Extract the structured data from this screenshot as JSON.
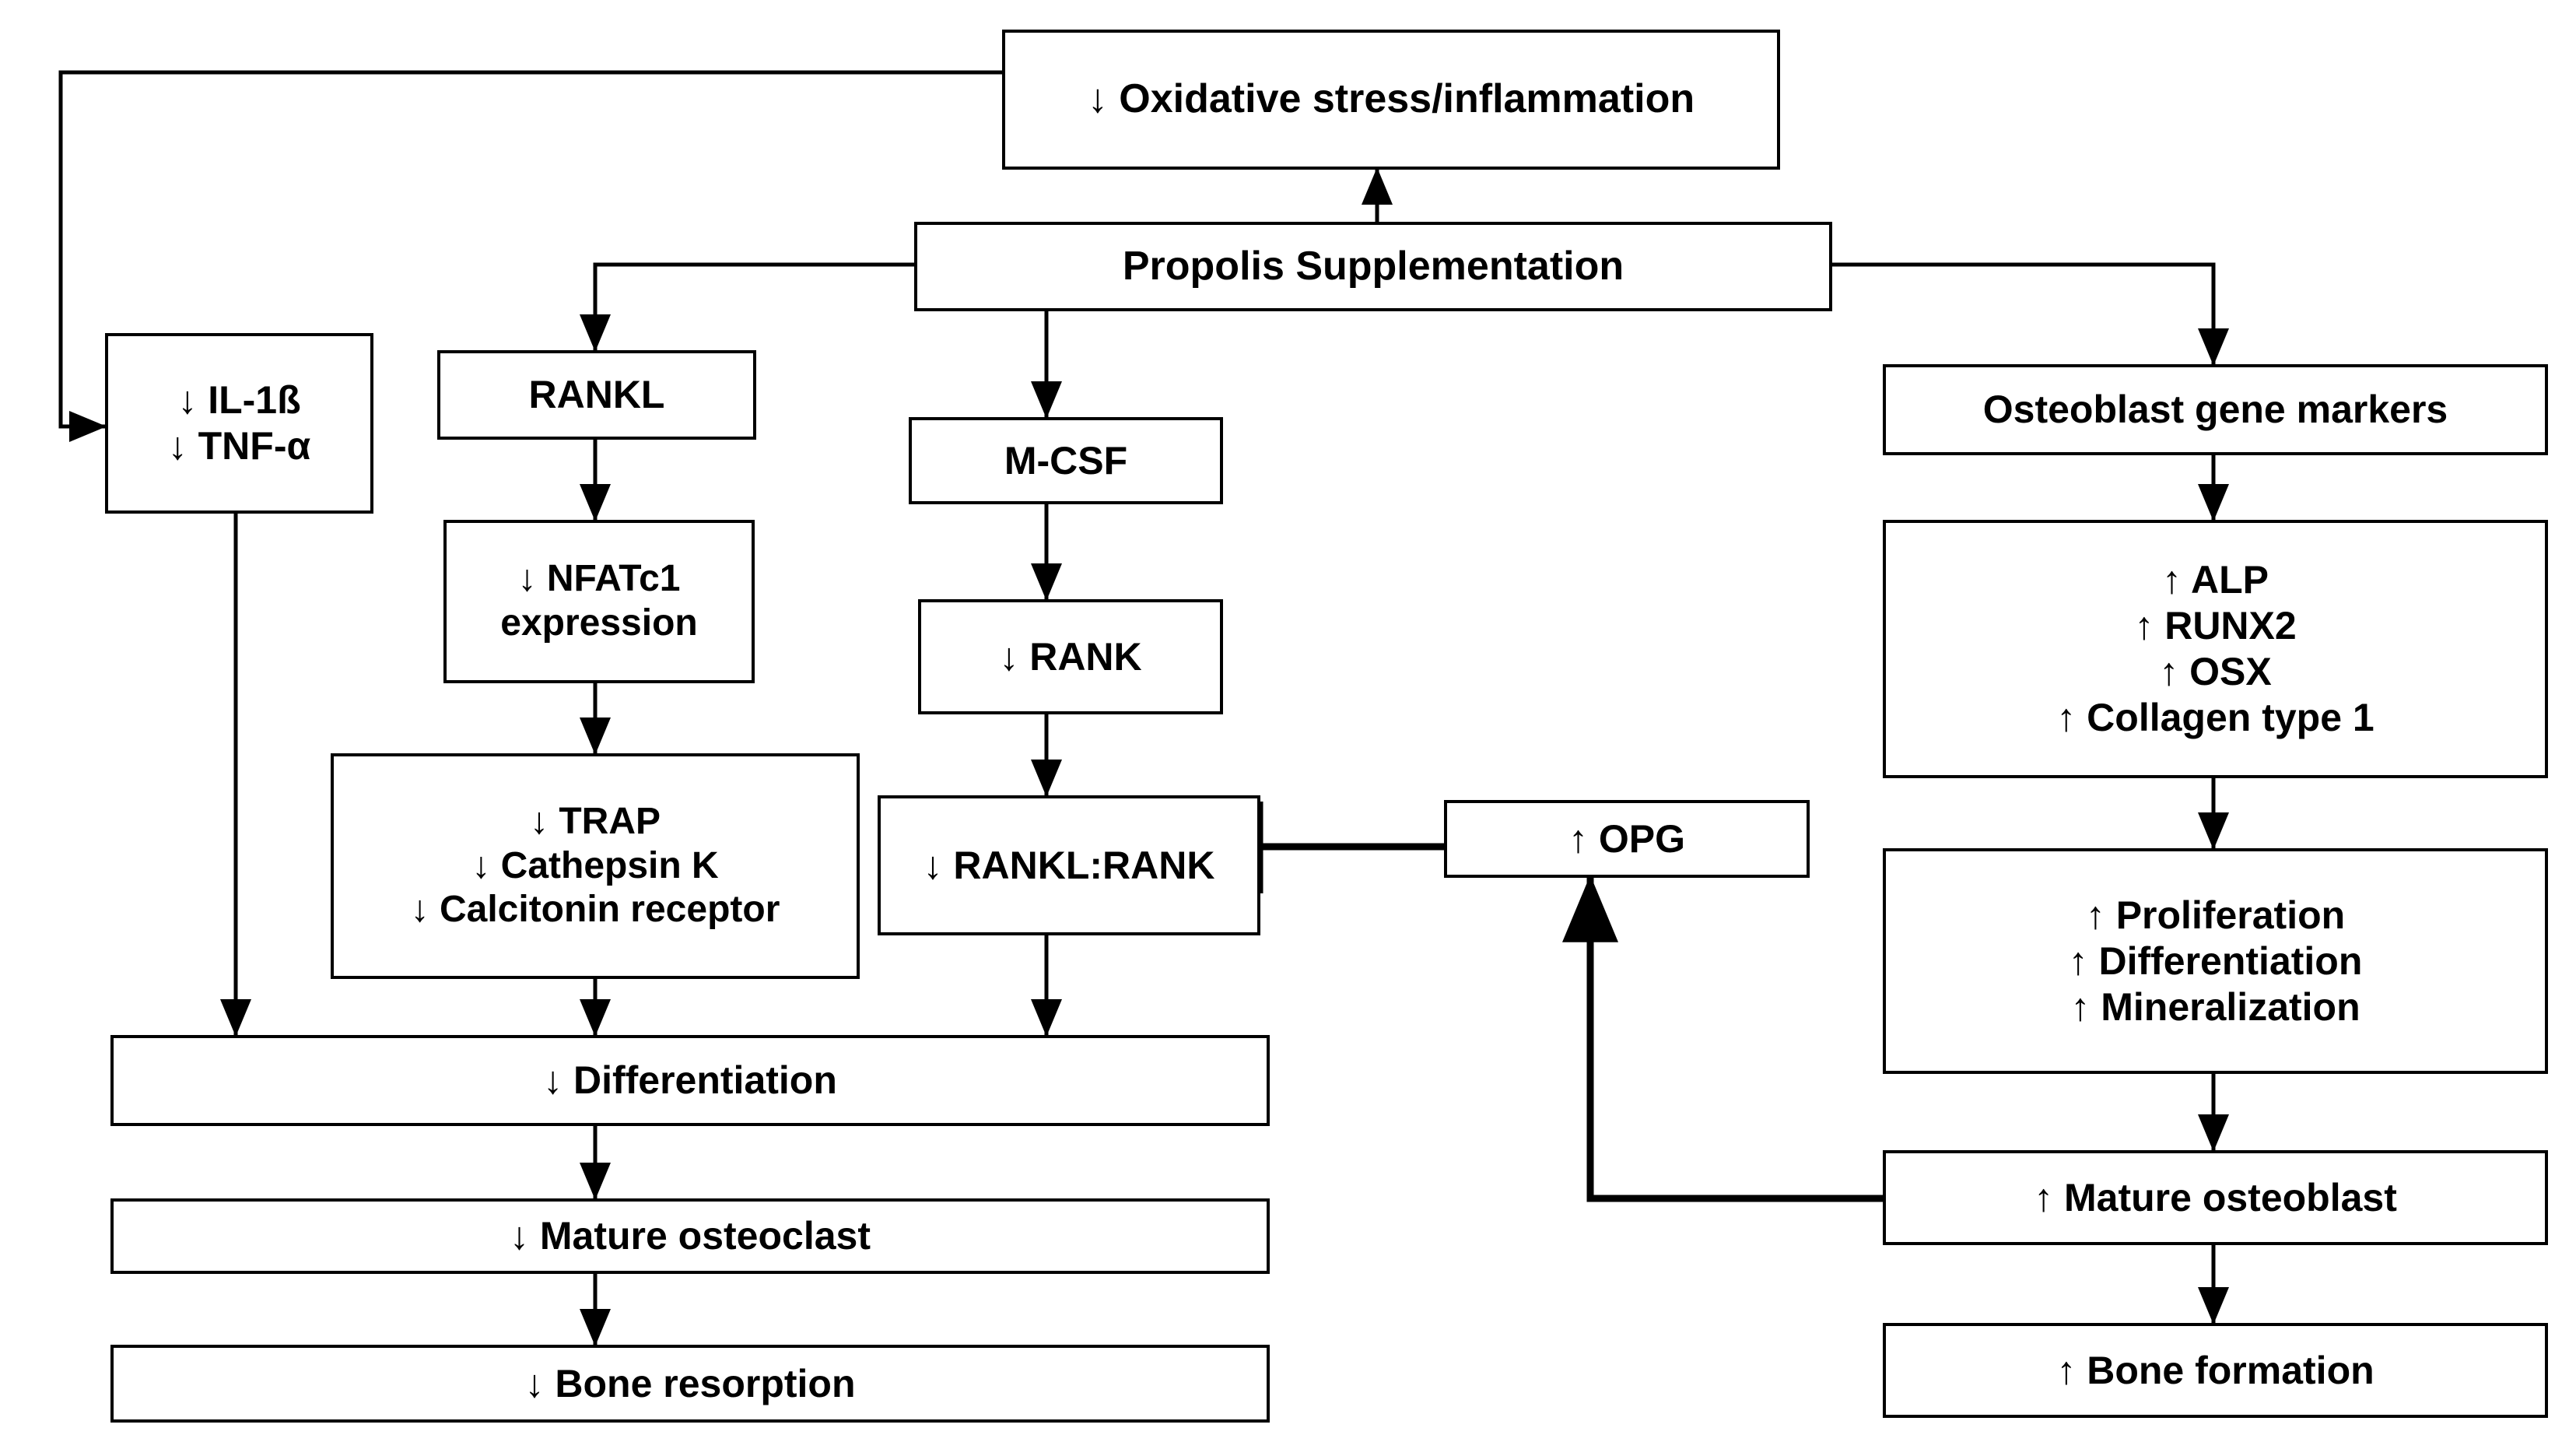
{
  "diagram": {
    "title": "Propolis supplementation effects on bone remodeling",
    "background_color": "#ffffff",
    "line_color": "#000000",
    "text_color": "#000000",
    "arrow_up": "↑",
    "arrow_down": "↓"
  },
  "nodes": {
    "oxidative_stress": {
      "lines": [
        "↓ Oxidative stress/inflammation"
      ]
    },
    "propolis": {
      "lines": [
        "Propolis Supplementation"
      ]
    },
    "cytokines": {
      "lines": [
        "↓ IL-1ß",
        "↓ TNF-α"
      ]
    },
    "rankl": {
      "lines": [
        "RANKL"
      ]
    },
    "nfatc1": {
      "lines": [
        "↓ NFATc1",
        "expression"
      ]
    },
    "trap_group": {
      "lines": [
        "↓ TRAP",
        "↓ Cathepsin K",
        "↓ Calcitonin receptor"
      ]
    },
    "mcsf": {
      "lines": [
        "M-CSF"
      ]
    },
    "rank": {
      "lines": [
        "↓ RANK"
      ]
    },
    "rankl_rank": {
      "lines": [
        "↓ RANKL:RANK"
      ]
    },
    "opg": {
      "lines": [
        "↑ OPG"
      ]
    },
    "differentiation_down": {
      "lines": [
        "↓ Differentiation"
      ]
    },
    "mature_osteoclast": {
      "lines": [
        "↓ Mature osteoclast"
      ]
    },
    "bone_resorption": {
      "lines": [
        "↓ Bone resorption"
      ]
    },
    "osteoblast_gene_markers": {
      "lines": [
        "Osteoblast gene markers"
      ]
    },
    "osteoblast_markers_list": {
      "lines": [
        "↑ ALP",
        "↑ RUNX2",
        "↑ OSX",
        "↑ Collagen type 1"
      ]
    },
    "osteoblast_activity": {
      "lines": [
        "↑ Proliferation",
        "↑ Differentiation",
        "↑  Mineralization"
      ]
    },
    "mature_osteoblast": {
      "lines": [
        "↑ Mature osteoblast"
      ]
    },
    "bone_formation": {
      "lines": [
        "↑ Bone formation"
      ]
    }
  },
  "edges": [
    {
      "from": "propolis",
      "to": "oxidative_stress",
      "type": "arrow"
    },
    {
      "from": "oxidative_stress",
      "to": "cytokines",
      "type": "arrow"
    },
    {
      "from": "propolis",
      "to": "rankl",
      "type": "arrow"
    },
    {
      "from": "propolis",
      "to": "mcsf",
      "type": "arrow"
    },
    {
      "from": "propolis",
      "to": "osteoblast_gene_markers",
      "type": "arrow"
    },
    {
      "from": "rankl",
      "to": "nfatc1",
      "type": "arrow"
    },
    {
      "from": "nfatc1",
      "to": "trap_group",
      "type": "arrow"
    },
    {
      "from": "trap_group",
      "to": "differentiation_down",
      "type": "arrow"
    },
    {
      "from": "cytokines",
      "to": "differentiation_down",
      "type": "arrow"
    },
    {
      "from": "mcsf",
      "to": "rank",
      "type": "arrow"
    },
    {
      "from": "rank",
      "to": "rankl_rank",
      "type": "arrow"
    },
    {
      "from": "rankl_rank",
      "to": "differentiation_down",
      "type": "arrow"
    },
    {
      "from": "opg",
      "to": "rankl_rank",
      "type": "inhibition"
    },
    {
      "from": "differentiation_down",
      "to": "mature_osteoclast",
      "type": "arrow"
    },
    {
      "from": "mature_osteoclast",
      "to": "bone_resorption",
      "type": "arrow"
    },
    {
      "from": "osteoblast_gene_markers",
      "to": "osteoblast_markers_list",
      "type": "arrow"
    },
    {
      "from": "osteoblast_markers_list",
      "to": "osteoblast_activity",
      "type": "arrow"
    },
    {
      "from": "osteoblast_activity",
      "to": "mature_osteoblast",
      "type": "arrow"
    },
    {
      "from": "mature_osteoblast",
      "to": "bone_formation",
      "type": "arrow"
    },
    {
      "from": "mature_osteoblast",
      "to": "opg",
      "type": "arrow"
    }
  ]
}
